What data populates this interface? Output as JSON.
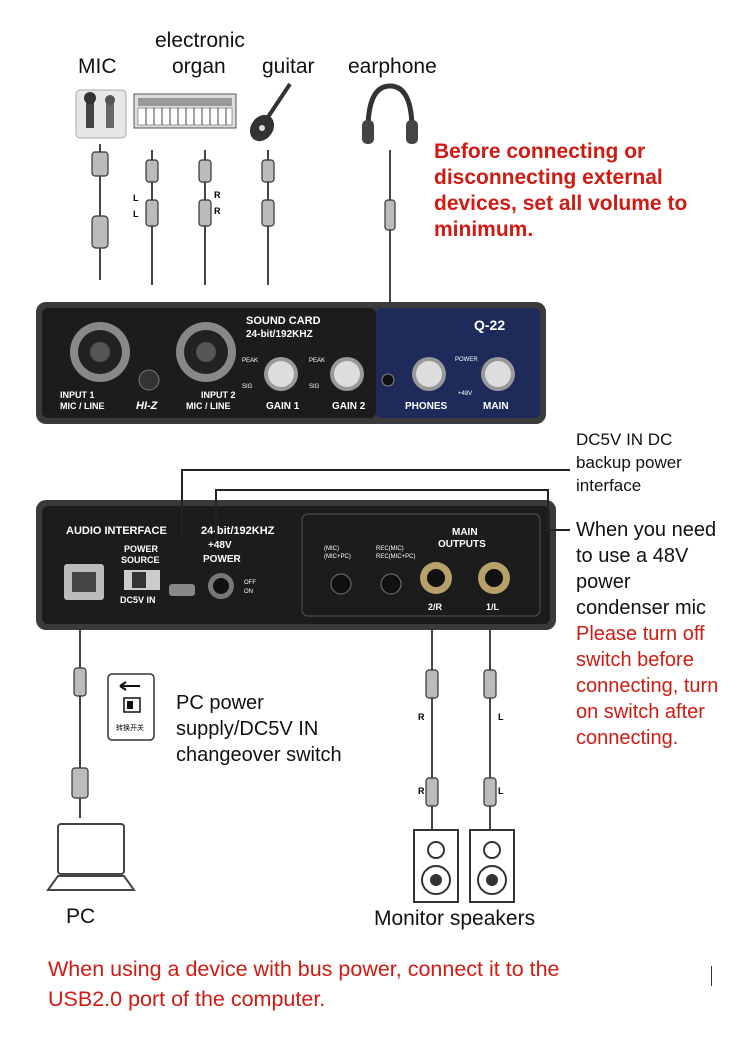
{
  "devices": {
    "mic": "MIC",
    "organ_line1": "electronic",
    "organ_line2": "organ",
    "guitar": "guitar",
    "earphone": "earphone",
    "pc": "PC",
    "speakers": "Monitor speakers"
  },
  "warning_top": [
    "Before connecting or",
    "disconnecting external",
    "devices, set all volume to",
    "minimum."
  ],
  "front_panel": {
    "sound_card": "SOUND CARD",
    "spec": "24-bit/192KHZ",
    "model": "Q-22",
    "input1_line1": "INPUT 1",
    "input1_line2": "MIC / LINE",
    "hiz": "HI-Z",
    "input2_line1": "INPUT 2",
    "input2_line2": "MIC / LINE",
    "gain1": "GAIN 1",
    "gain2": "GAIN 2",
    "phones": "PHONES",
    "main": "MAIN",
    "peak": "PEAK",
    "sig": "SIG",
    "power": "POWER",
    "v48": "+48V"
  },
  "rear_panel": {
    "audio_interface": "AUDIO INTERFACE",
    "spec": "24-bit/192KHZ",
    "power_source_line1": "POWER",
    "power_source_line2": "SOURCE",
    "dc5v_in": "DC5V IN",
    "plus48v": "+48V",
    "power": "POWER",
    "off": "OFF",
    "on": "ON",
    "mic_mode": "(MIC)",
    "mic_pc_mode": "(MIC+PC)",
    "rec_mic": "REC(MIC)",
    "rec_mic_pc": "REC(MIC+PC)",
    "main_outputs_line1": "MAIN",
    "main_outputs_line2": "OUTPUTS",
    "out_2r": "2/R",
    "out_1l": "1/L"
  },
  "cable_marks": {
    "l": "L",
    "r": "R"
  },
  "switch_sticker": "转换开关",
  "dc5v_note": [
    "DC5V IN DC",
    "backup power",
    "interface"
  ],
  "v48_note": [
    "When you need",
    "to use a 48V",
    "power",
    "condenser mic"
  ],
  "v48_warning": [
    "Please turn off",
    "switch before",
    "connecting, turn",
    "on switch after",
    "connecting."
  ],
  "pc_power_note": [
    "PC power",
    "supply/DC5V IN",
    "changeover switch"
  ],
  "bottom_warning": [
    "When using a device with bus power, connect it to the",
    "USB2.0 port of the computer."
  ],
  "colors": {
    "warning": "#d01a12",
    "panel": "#1c1c1c",
    "panel_blue": "#1d2a5a"
  }
}
